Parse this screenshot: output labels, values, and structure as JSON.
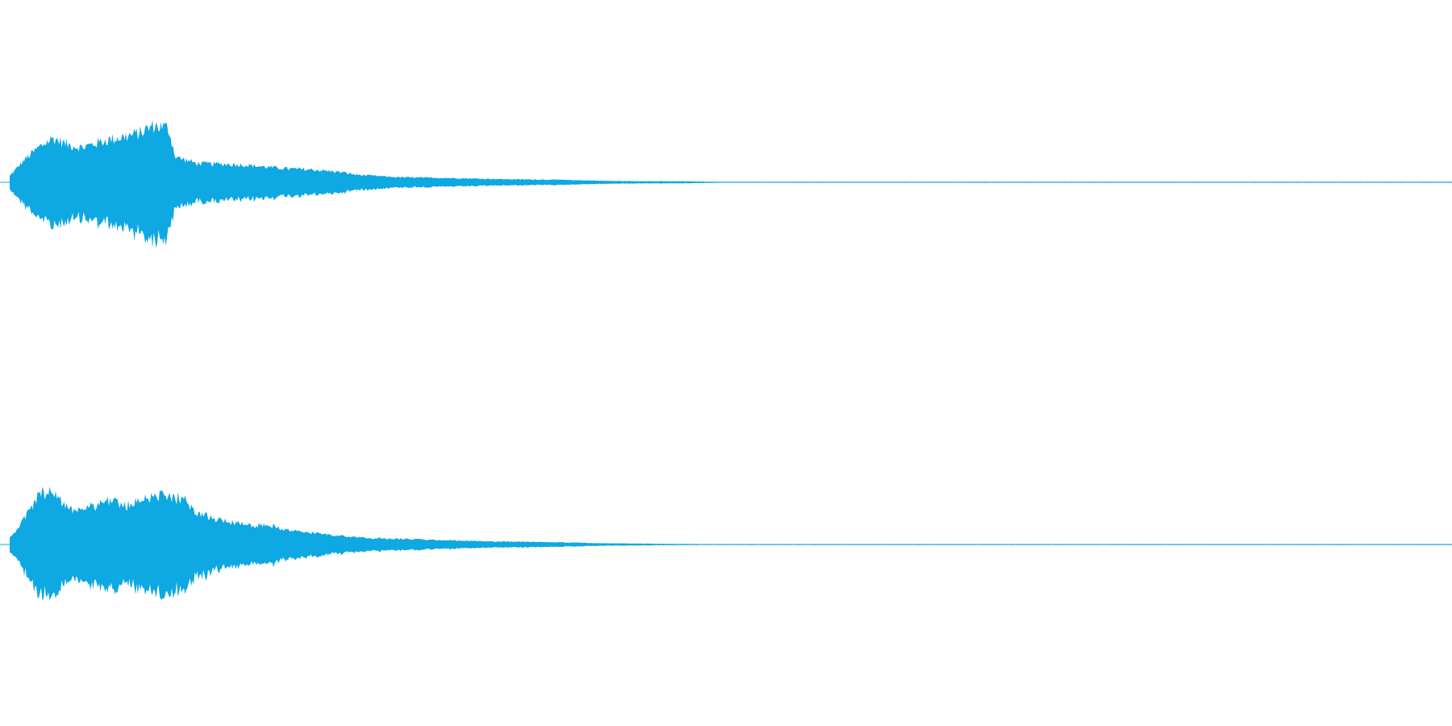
{
  "colors": {
    "background": "#ffffff",
    "waveform": "#0ea8e3"
  },
  "waveform": {
    "channels": [
      {
        "name": "channel-1",
        "peak": 0.94,
        "envelope": [
          [
            0.0,
            0.1
          ],
          [
            0.01,
            0.35
          ],
          [
            0.02,
            0.55
          ],
          [
            0.03,
            0.7
          ],
          [
            0.04,
            0.6
          ],
          [
            0.05,
            0.55
          ],
          [
            0.06,
            0.62
          ],
          [
            0.07,
            0.68
          ],
          [
            0.08,
            0.72
          ],
          [
            0.09,
            0.78
          ],
          [
            0.1,
            0.9
          ],
          [
            0.11,
            0.86
          ],
          [
            0.115,
            0.4
          ],
          [
            0.13,
            0.3
          ],
          [
            0.16,
            0.28
          ],
          [
            0.19,
            0.22
          ],
          [
            0.21,
            0.2
          ],
          [
            0.22,
            0.18
          ],
          [
            0.23,
            0.16
          ],
          [
            0.24,
            0.12
          ],
          [
            0.27,
            0.08
          ],
          [
            0.3,
            0.07
          ],
          [
            0.34,
            0.05
          ],
          [
            0.38,
            0.04
          ],
          [
            0.42,
            0.02
          ],
          [
            0.47,
            0.015
          ],
          [
            0.5,
            0.005
          ],
          [
            0.54,
            0.002
          ],
          [
            1.0,
            0.0
          ]
        ]
      },
      {
        "name": "channel-2",
        "peak": 0.94,
        "envelope": [
          [
            0.0,
            0.1
          ],
          [
            0.01,
            0.4
          ],
          [
            0.02,
            0.78
          ],
          [
            0.03,
            0.88
          ],
          [
            0.04,
            0.55
          ],
          [
            0.06,
            0.62
          ],
          [
            0.07,
            0.72
          ],
          [
            0.08,
            0.6
          ],
          [
            0.09,
            0.7
          ],
          [
            0.1,
            0.8
          ],
          [
            0.11,
            0.72
          ],
          [
            0.12,
            0.75
          ],
          [
            0.13,
            0.5
          ],
          [
            0.14,
            0.42
          ],
          [
            0.15,
            0.38
          ],
          [
            0.16,
            0.34
          ],
          [
            0.17,
            0.3
          ],
          [
            0.18,
            0.32
          ],
          [
            0.19,
            0.24
          ],
          [
            0.21,
            0.18
          ],
          [
            0.23,
            0.14
          ],
          [
            0.25,
            0.1
          ],
          [
            0.27,
            0.09
          ],
          [
            0.3,
            0.07
          ],
          [
            0.33,
            0.05
          ],
          [
            0.37,
            0.04
          ],
          [
            0.41,
            0.02
          ],
          [
            0.46,
            0.01
          ],
          [
            0.5,
            0.004
          ],
          [
            1.0,
            0.0
          ]
        ]
      }
    ]
  }
}
